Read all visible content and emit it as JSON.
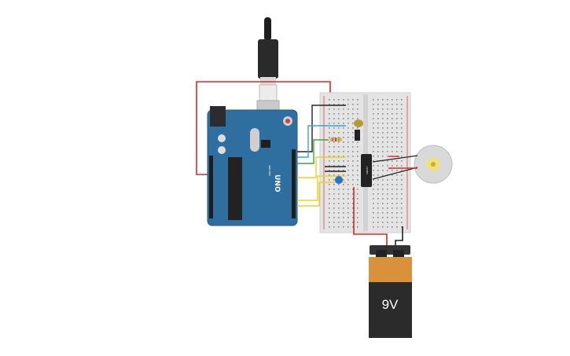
{
  "battery": {
    "label": "9V",
    "color_top": "#d9913b",
    "color_body": "#2b2b2b"
  },
  "arduino": {
    "model_label": "UNO",
    "brand_label": "ARDUINO",
    "color": "#2f6f9f"
  },
  "chip": {
    "label": "L293D"
  },
  "wires": {
    "red": "#d62a2a",
    "black": "#222222",
    "yellow": "#e8d21e",
    "blue": "#3aa3d6",
    "green": "#38a845"
  }
}
